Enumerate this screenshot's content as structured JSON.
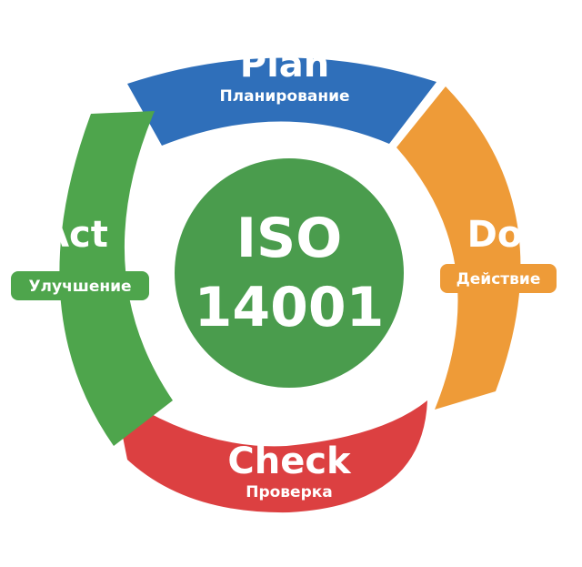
{
  "center": {
    "line1": "ISO",
    "line2": "14001",
    "color": "#4a9c4d"
  },
  "stages": {
    "plan": {
      "title": "Plan",
      "subtitle": "Планирование",
      "color": "#2f6fba"
    },
    "do": {
      "title": "Do",
      "subtitle": "Действие",
      "color": "#ee9b38"
    },
    "check": {
      "title": "Check",
      "subtitle": "Проверка",
      "color": "#dc4041"
    },
    "act": {
      "title": "Act",
      "subtitle": "Улучшение",
      "color": "#4ea54c"
    }
  }
}
